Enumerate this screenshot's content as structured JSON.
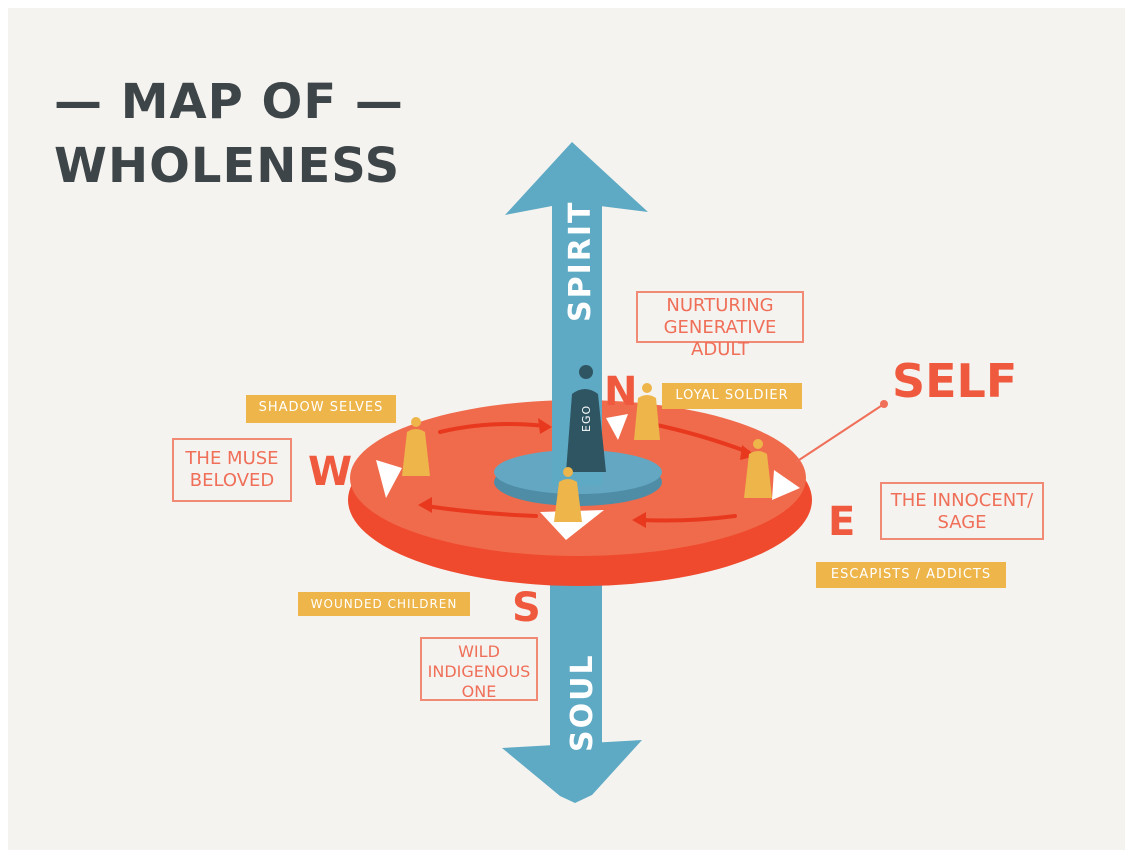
{
  "title": {
    "line1": "— MAP OF —",
    "line2": "WHOLENESS"
  },
  "axis": {
    "top_label": "SPIRIT",
    "bottom_label": "SOUL"
  },
  "center": {
    "label": "EGO"
  },
  "self": {
    "label": "SELF"
  },
  "directions": {
    "north": "N",
    "south": "S",
    "east": "E",
    "west": "W"
  },
  "boxes": {
    "north": "NURTURING GENERATIVE ADULT",
    "west": "THE MUSE BELOVED",
    "east": "THE INNOCENT/ SAGE",
    "south": "WILD INDIGENOUS ONE"
  },
  "tags": {
    "north": "LOYAL SOLDIER",
    "west": "SHADOW SELVES",
    "east": "ESCAPISTS / ADDICTS",
    "south": "WOUNDED CHILDREN"
  },
  "colors": {
    "background": "#f5f3f0",
    "title": "#3e4548",
    "axis_blue": "#5eaac4",
    "ego_dark": "#2f5563",
    "disc_red": "#ef5a3e",
    "disc_top": "#f07a5c",
    "figure_yellow": "#edb54a",
    "label_red": "#ef6f58"
  }
}
